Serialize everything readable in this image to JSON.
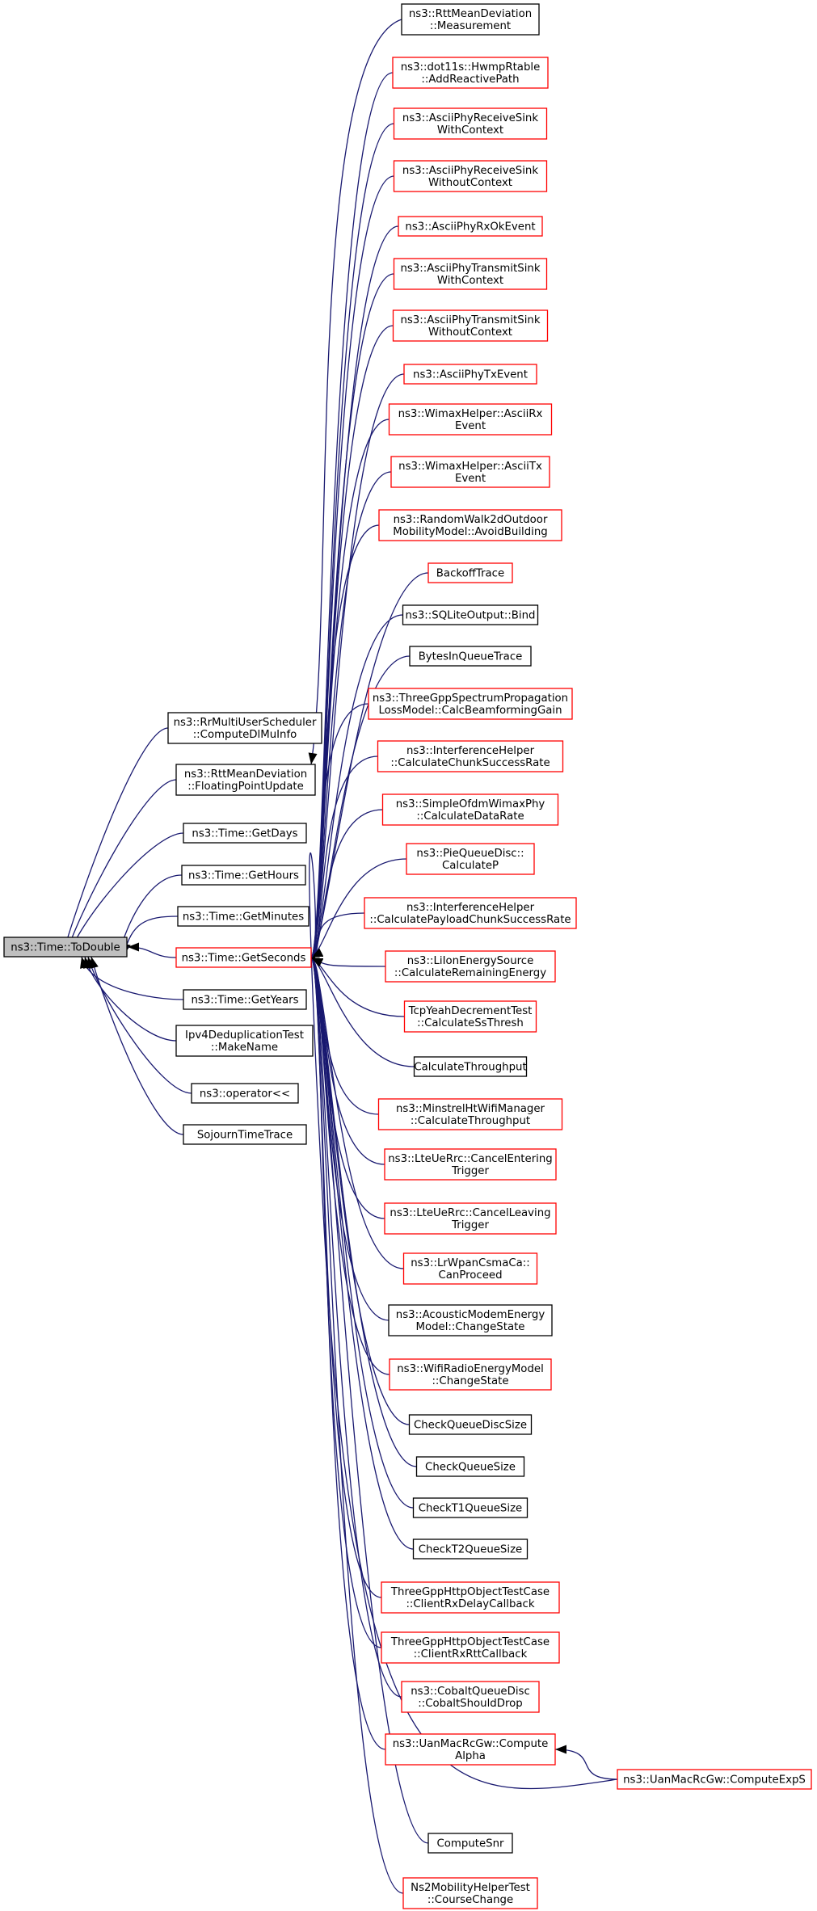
{
  "colors": {
    "edge": "#191970",
    "root_fill": "#bfbfbf",
    "border_documented": "#000000",
    "border_red": "#ff0000",
    "node_fill": "#ffffff"
  },
  "root": {
    "id": "root",
    "lines": [
      "ns3::Time::ToDouble"
    ]
  },
  "mid_nodes": [
    {
      "id": "m1",
      "lines": [
        "ns3::RrMultiUserScheduler",
        "::ComputeDlMuInfo"
      ],
      "border": "black"
    },
    {
      "id": "m2",
      "lines": [
        "ns3::RttMeanDeviation",
        "::FloatingPointUpdate"
      ],
      "border": "black"
    },
    {
      "id": "m3",
      "lines": [
        "ns3::Time::GetDays"
      ],
      "border": "black"
    },
    {
      "id": "m4",
      "lines": [
        "ns3::Time::GetHours"
      ],
      "border": "black"
    },
    {
      "id": "m5",
      "lines": [
        "ns3::Time::GetMinutes"
      ],
      "border": "black"
    },
    {
      "id": "gs",
      "lines": [
        "ns3::Time::GetSeconds"
      ],
      "border": "red"
    },
    {
      "id": "m7",
      "lines": [
        "ns3::Time::GetYears"
      ],
      "border": "black"
    },
    {
      "id": "m8",
      "lines": [
        "Ipv4DeduplicationTest",
        "::MakeName"
      ],
      "border": "black"
    },
    {
      "id": "m9",
      "lines": [
        "ns3::operator<<"
      ],
      "border": "black"
    },
    {
      "id": "m10",
      "lines": [
        "SojournTimeTrace"
      ],
      "border": "black"
    }
  ],
  "right_nodes": [
    {
      "id": "r0",
      "lines": [
        "ns3::RttMeanDeviation",
        "::Measurement"
      ],
      "border": "black"
    },
    {
      "id": "r1",
      "lines": [
        "ns3::dot11s::HwmpRtable",
        "::AddReactivePath"
      ],
      "border": "red"
    },
    {
      "id": "r2",
      "lines": [
        "ns3::AsciiPhyReceiveSink",
        "WithContext"
      ],
      "border": "red"
    },
    {
      "id": "r3",
      "lines": [
        "ns3::AsciiPhyReceiveSink",
        "WithoutContext"
      ],
      "border": "red"
    },
    {
      "id": "r4",
      "lines": [
        "ns3::AsciiPhyRxOkEvent"
      ],
      "border": "red"
    },
    {
      "id": "r5",
      "lines": [
        "ns3::AsciiPhyTransmitSink",
        "WithContext"
      ],
      "border": "red"
    },
    {
      "id": "r6",
      "lines": [
        "ns3::AsciiPhyTransmitSink",
        "WithoutContext"
      ],
      "border": "red"
    },
    {
      "id": "r7",
      "lines": [
        "ns3::AsciiPhyTxEvent"
      ],
      "border": "red"
    },
    {
      "id": "r8",
      "lines": [
        "ns3::WimaxHelper::AsciiRx",
        "Event"
      ],
      "border": "red"
    },
    {
      "id": "r9",
      "lines": [
        "ns3::WimaxHelper::AsciiTx",
        "Event"
      ],
      "border": "red"
    },
    {
      "id": "r10",
      "lines": [
        "ns3::RandomWalk2dOutdoor",
        "MobilityModel::AvoidBuilding"
      ],
      "border": "red"
    },
    {
      "id": "r11",
      "lines": [
        "BackoffTrace"
      ],
      "border": "red"
    },
    {
      "id": "r12",
      "lines": [
        "ns3::SQLiteOutput::Bind"
      ],
      "border": "black"
    },
    {
      "id": "r13",
      "lines": [
        "BytesInQueueTrace"
      ],
      "border": "black"
    },
    {
      "id": "r14",
      "lines": [
        "ns3::ThreeGppSpectrumPropagation",
        "LossModel::CalcBeamformingGain"
      ],
      "border": "red"
    },
    {
      "id": "r15",
      "lines": [
        "ns3::InterferenceHelper",
        "::CalculateChunkSuccessRate"
      ],
      "border": "red"
    },
    {
      "id": "r16",
      "lines": [
        "ns3::SimpleOfdmWimaxPhy",
        "::CalculateDataRate"
      ],
      "border": "red"
    },
    {
      "id": "r17",
      "lines": [
        "ns3::PieQueueDisc::",
        "CalculateP"
      ],
      "border": "red"
    },
    {
      "id": "r18",
      "lines": [
        "ns3::InterferenceHelper",
        "::CalculatePayloadChunkSuccessRate"
      ],
      "border": "red"
    },
    {
      "id": "r19",
      "lines": [
        "ns3::LiIonEnergySource",
        "::CalculateRemainingEnergy"
      ],
      "border": "red"
    },
    {
      "id": "r20",
      "lines": [
        "TcpYeahDecrementTest",
        "::CalculateSsThresh"
      ],
      "border": "red"
    },
    {
      "id": "r21",
      "lines": [
        "CalculateThroughput"
      ],
      "border": "black"
    },
    {
      "id": "r22",
      "lines": [
        "ns3::MinstrelHtWifiManager",
        "::CalculateThroughput"
      ],
      "border": "red"
    },
    {
      "id": "r23",
      "lines": [
        "ns3::LteUeRrc::CancelEntering",
        "Trigger"
      ],
      "border": "red"
    },
    {
      "id": "r24",
      "lines": [
        "ns3::LteUeRrc::CancelLeaving",
        "Trigger"
      ],
      "border": "red"
    },
    {
      "id": "r25",
      "lines": [
        "ns3::LrWpanCsmaCa::",
        "CanProceed"
      ],
      "border": "red"
    },
    {
      "id": "r26",
      "lines": [
        "ns3::AcousticModemEnergy",
        "Model::ChangeState"
      ],
      "border": "black"
    },
    {
      "id": "r27",
      "lines": [
        "ns3::WifiRadioEnergyModel",
        "::ChangeState"
      ],
      "border": "red"
    },
    {
      "id": "r28",
      "lines": [
        "CheckQueueDiscSize"
      ],
      "border": "black"
    },
    {
      "id": "r29",
      "lines": [
        "CheckQueueSize"
      ],
      "border": "black"
    },
    {
      "id": "r30",
      "lines": [
        "CheckT1QueueSize"
      ],
      "border": "black"
    },
    {
      "id": "r31",
      "lines": [
        "CheckT2QueueSize"
      ],
      "border": "black"
    },
    {
      "id": "r32",
      "lines": [
        "ThreeGppHttpObjectTestCase",
        "::ClientRxDelayCallback"
      ],
      "border": "red"
    },
    {
      "id": "r33",
      "lines": [
        "ThreeGppHttpObjectTestCase",
        "::ClientRxRttCallback"
      ],
      "border": "red"
    },
    {
      "id": "r34",
      "lines": [
        "ns3::CobaltQueueDisc",
        "::CobaltShouldDrop"
      ],
      "border": "red"
    },
    {
      "id": "r35",
      "lines": [
        "ns3::UanMacRcGw::Compute",
        "Alpha"
      ],
      "border": "red"
    },
    {
      "id": "r36",
      "lines": [
        "ComputeSnr"
      ],
      "border": "black"
    },
    {
      "id": "r37",
      "lines": [
        "Ns2MobilityHelperTest",
        "::CourseChange"
      ],
      "border": "red"
    }
  ],
  "far_node": {
    "id": "far",
    "lines": [
      "ns3::UanMacRcGw::ComputeExpS"
    ],
    "border": "red"
  }
}
